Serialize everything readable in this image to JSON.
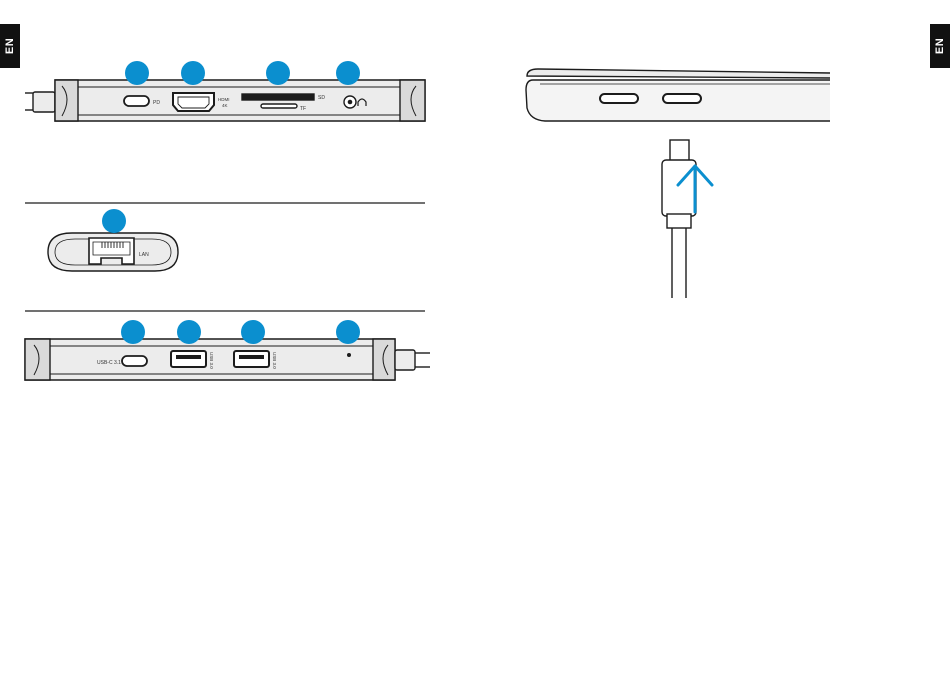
{
  "page": {
    "lang_tab_left": "EN",
    "lang_tab_right": "EN"
  },
  "figure_top": {
    "labels": {
      "pd": "PD",
      "hdmi": "HDMI",
      "hdmi_res": "4K",
      "sd": "SD",
      "tf": "TF"
    }
  },
  "figure_lan": {
    "labels": {
      "lan": "LAN"
    }
  },
  "figure_bottom": {
    "labels": {
      "usb_c": "USB-C 3.1",
      "usb_a_1": "USB 3.0",
      "usb_a_2": "USB 3.0"
    }
  },
  "colors": {
    "accent": "#0b8fcf",
    "line": "#1c1c1c",
    "device_fill": "#ececec"
  }
}
